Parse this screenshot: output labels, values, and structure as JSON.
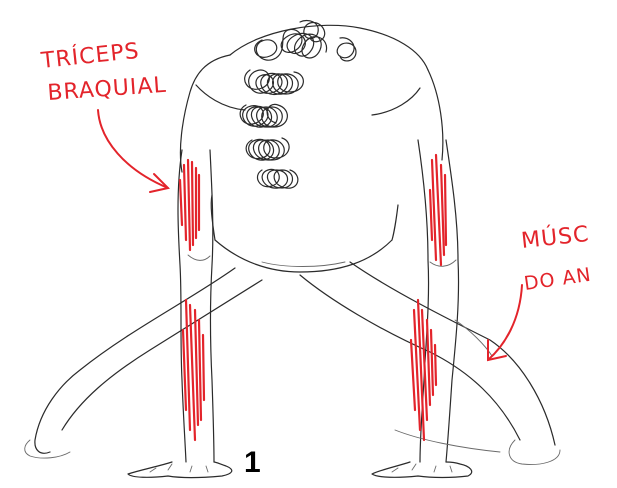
{
  "labels": {
    "triceps_line1": "TRÍCEPS",
    "triceps_line2": "BRAQUIAL",
    "forearm_line1": "MÚSC",
    "forearm_line2": "DO AN"
  },
  "figure_number": "1",
  "colors": {
    "annotation": "#e3242b",
    "sketch": "#2b2b2b",
    "background": "#ffffff"
  }
}
